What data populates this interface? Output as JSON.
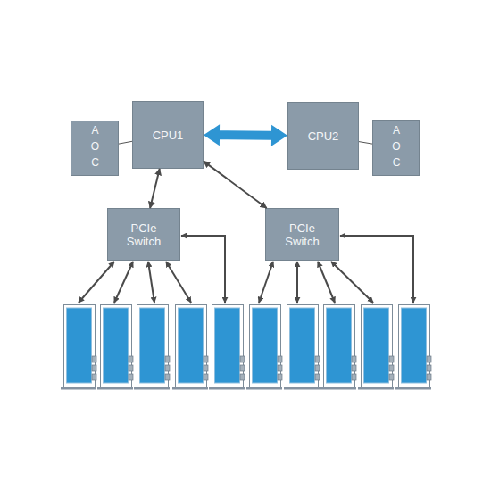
{
  "diagram": {
    "nodes": [
      {
        "text": [
          "AOC"
        ]
      },
      {
        "text": [
          "CPU1"
        ]
      },
      {
        "text": [
          "CPU2"
        ]
      },
      {
        "text": [
          "AOC"
        ]
      },
      {
        "text": [
          "PCIe Switch"
        ]
      },
      {
        "text": [
          "PCIe Switch"
        ]
      }
    ],
    "edges": [
      {
        "from": 0,
        "to": 1,
        "arrow": "none"
      },
      {
        "from": 1,
        "to": 2,
        "arrow": "both"
      },
      {
        "from": 2,
        "to": 3,
        "arrow": "none"
      },
      {
        "from": 1,
        "to": 4,
        "arrow": "both"
      },
      {
        "from": 1,
        "to": 5,
        "arrow": "both"
      }
    ]
  }
}
